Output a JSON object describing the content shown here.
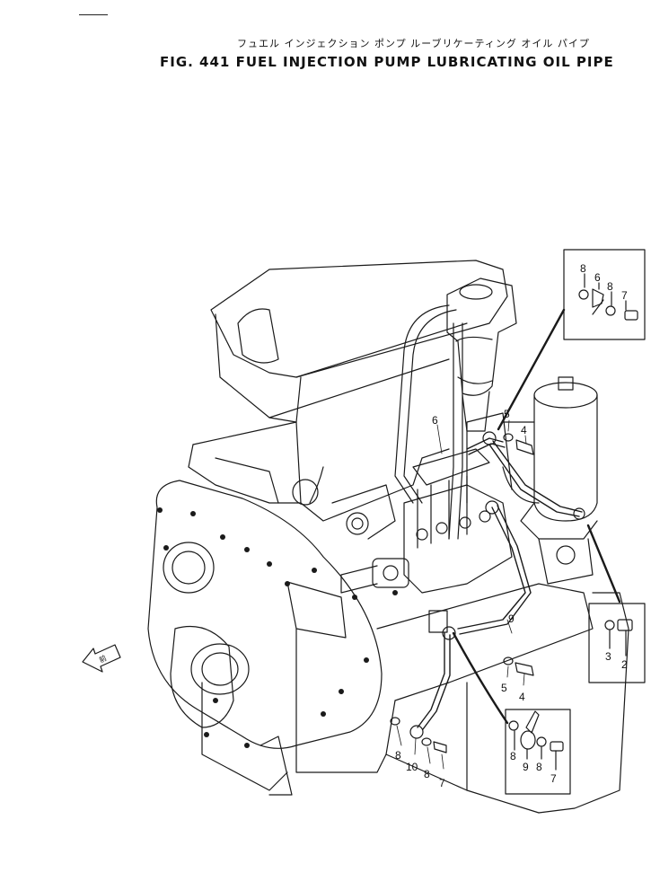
{
  "header": {
    "subtitle_jp": "フュエル インジェクション ポンプ ルーブリケーティング オイル パイプ",
    "title": "FIG. 441  FUEL  INJECTION  PUMP  LUBRICATING  OIL  PIPE"
  },
  "arrow_label": "前",
  "callouts": {
    "box_top": [
      "8",
      "6",
      "8",
      "7"
    ],
    "main_upper": [
      "6",
      "5",
      "4"
    ],
    "main_lower": [
      "9",
      "5",
      "4"
    ],
    "box_right": [
      "3",
      "2"
    ],
    "bottom_left": [
      "8",
      "10",
      "8",
      "7"
    ],
    "box_bottom": [
      "8",
      "9",
      "8",
      "7"
    ]
  },
  "colors": {
    "line": "#1a1a1a",
    "background": "#ffffff"
  }
}
